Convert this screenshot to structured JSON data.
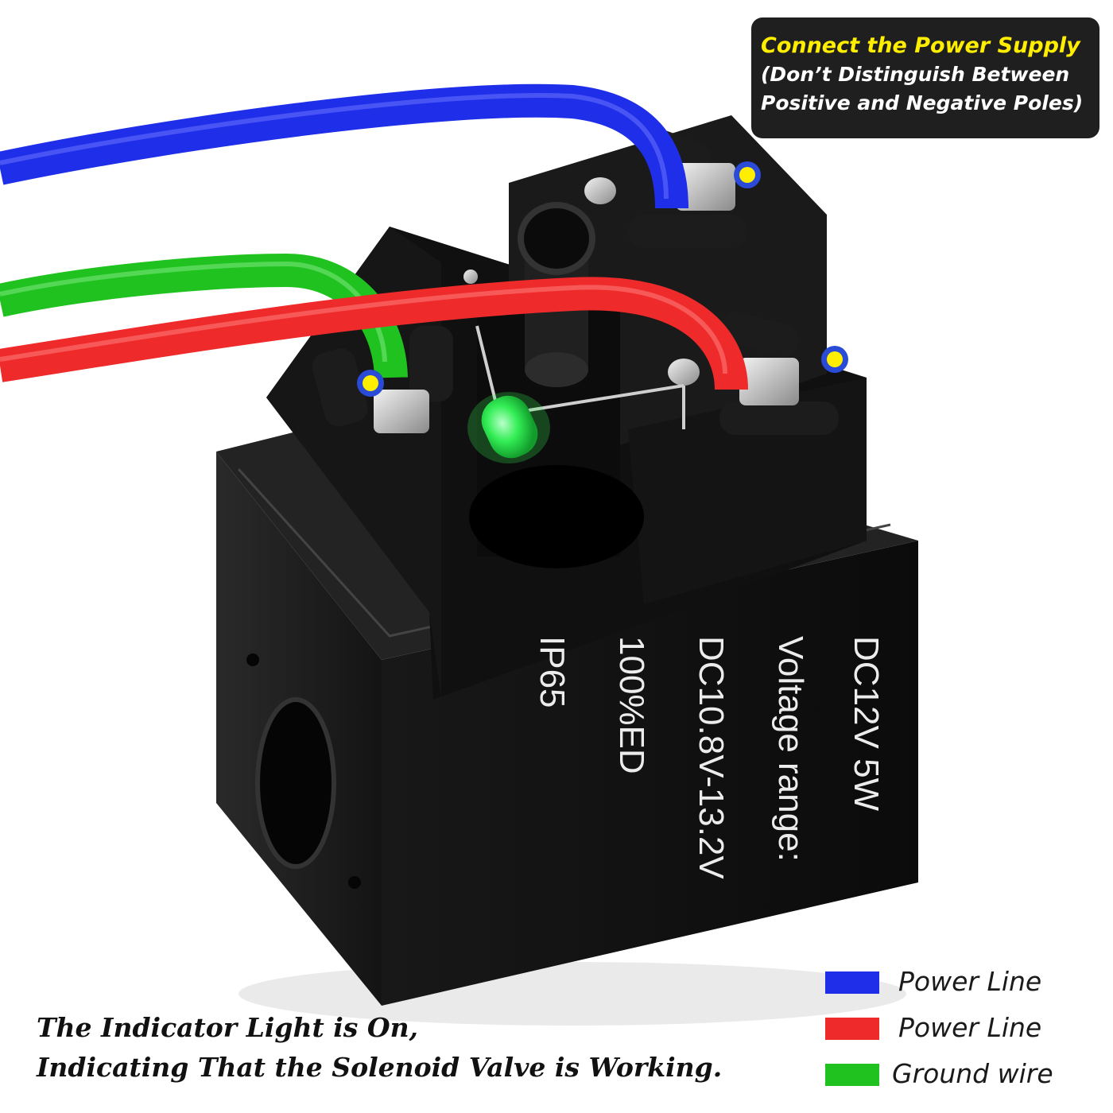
{
  "callout": {
    "line1": "Connect the Power Supply",
    "line2": "(Don’t Distinguish Between",
    "line3": "Positive and Negative Poles)"
  },
  "coil_label": {
    "line1": "DC12V     5W",
    "line2": "Voltage range:",
    "line3": "DC10.8V-13.2V",
    "line4": "100%ED",
    "line5": "IP65"
  },
  "legend": [
    {
      "label": "Power Line",
      "color": "#1f2ee8"
    },
    {
      "label": "Power Line",
      "color": "#ee2a2a"
    },
    {
      "label": "Ground wire",
      "color": "#1fc21f"
    }
  ],
  "caption": {
    "line1": "The Indicator Light is On,",
    "line2": "Indicating That the Solenoid Valve is Working."
  },
  "colors": {
    "wire_blue": "#1f2ee8",
    "wire_red": "#ee2a2a",
    "wire_green": "#1fc21f",
    "terminal_marker": "#ffee00",
    "led": "#33ee55"
  }
}
